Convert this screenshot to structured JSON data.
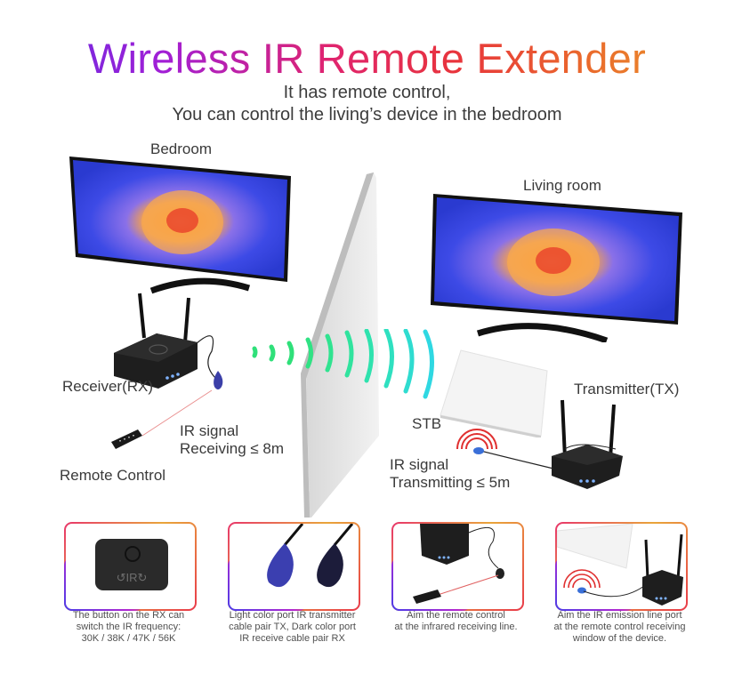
{
  "header": {
    "title": "Wireless IR Remote Extender",
    "subtitle_line1": "It has remote control,",
    "subtitle_line2": "You can control the living’s device in the bedroom"
  },
  "diagram": {
    "bedroom_label": "Bedroom",
    "living_room_label": "Living room",
    "receiver_label": "Receiver(RX)",
    "transmitter_label": "Transmitter(TX)",
    "stb_label": "STB",
    "remote_label": "Remote Control",
    "ir_receive_line1": "IR signal",
    "ir_receive_line2": "Receiving ≤ 8m",
    "ir_transmit_line1": "IR signal",
    "ir_transmit_line2": "Transmitting ≤ 5m",
    "button_glyph": "↺IR↻",
    "colors": {
      "wave_green": "#2fe07a",
      "wave_cyan": "#2fd8e8",
      "ir_red": "#e03030",
      "device_black": "#1e1e1e"
    }
  },
  "features": [
    {
      "line1": "The button on the RX can",
      "line2": "switch the IR frequency:",
      "line3": "30K / 38K / 47K / 56K"
    },
    {
      "line1": "Light color port IR transmitter",
      "line2": "cable pair TX, Dark color port",
      "line3": "IR receive cable pair RX"
    },
    {
      "line1": "Aim the remote control",
      "line2": "at the infrared receiving line.",
      "line3": ""
    },
    {
      "line1": "Aim the IR emission line port",
      "line2": "at the remote control receiving",
      "line3": "window of the device."
    }
  ]
}
